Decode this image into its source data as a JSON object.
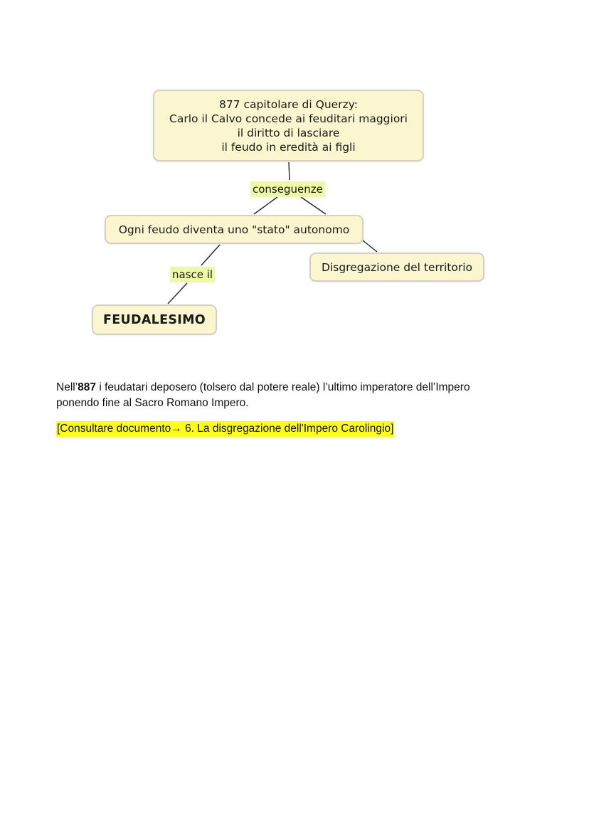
{
  "concept_map": {
    "main_node": {
      "line1": "877 capitolare di Querzy:",
      "line2": "Carlo il Calvo concede ai feuditari maggiori",
      "line3": "il diritto di lasciare",
      "line4": "il feudo in eredità ai figli"
    },
    "link_conseguenze": "conseguenze",
    "node_stato": "Ogni feudo diventa uno \"stato\" autonomo",
    "node_disgregazione": "Disgregazione del territorio",
    "link_nasce": "nasce il",
    "node_feudalesimo": "FEUDALESIMO",
    "colors": {
      "node_fill": "#fbf6cf",
      "node_border": "#d4d0c3",
      "label_fill": "#eef9a6"
    }
  },
  "paragraph": {
    "prefix": "Nell’",
    "year_bold": "887",
    "rest_line1": " i feudatari deposero (tolsero dal potere reale) l’ultimo imperatore dell’Impero",
    "line2": "ponendo fine al Sacro Romano Impero."
  },
  "reference": {
    "text": "[Consultare documento→  6. La disgregazione dell'Impero Carolingio]",
    "highlight": "#ffff1a"
  }
}
